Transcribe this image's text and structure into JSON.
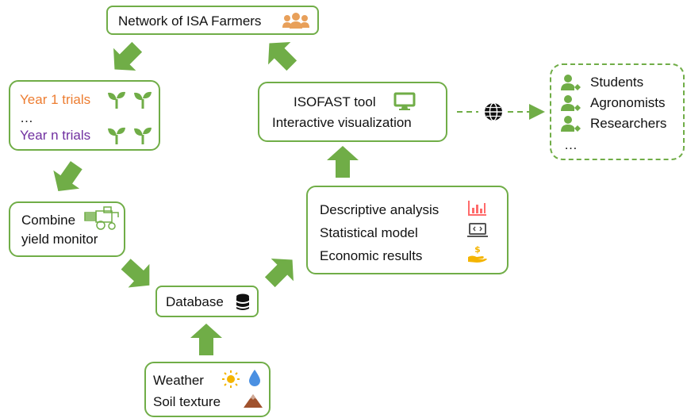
{
  "nodes": {
    "network": {
      "title": "Network of ISA Farmers",
      "icon": "people-group-icon"
    },
    "trials": {
      "line1": "Year 1 trials",
      "line2": "…",
      "line3": "Year n trials",
      "line1_color": "#ed7d31",
      "line3_color": "#7030a0",
      "icon": "seedling-icon"
    },
    "combine": {
      "line1": "Combine",
      "line2": "yield monitor",
      "icon": "combine-harvester-icon"
    },
    "database": {
      "title": "Database",
      "icon": "database-icon"
    },
    "inputs": {
      "line1": "Weather",
      "line2": "Soil texture",
      "icons": [
        "sun-icon",
        "water-drop-icon",
        "mountain-icon"
      ]
    },
    "analysis": {
      "line1": "Descriptive analysis",
      "line2": "Statistical model",
      "line3": "Economic results",
      "icons": [
        "bar-chart-icon",
        "laptop-code-icon",
        "hand-money-icon"
      ]
    },
    "isofast": {
      "line1": "ISOFAST tool",
      "line2": "Interactive visualization",
      "icon": "monitor-icon"
    },
    "audience": {
      "items": [
        "Students",
        "Agronomists",
        "Researchers",
        "…"
      ],
      "icon": "user-icon",
      "connector_icon": "globe-icon"
    }
  },
  "colors": {
    "border": "#70ad47",
    "arrow": "#70ad47",
    "icon_green": "#70ad47",
    "chart_red": "#ff6b6b",
    "money_gold": "#f4b400",
    "drop_blue": "#4a90e2",
    "mountain_brown": "#a0522d",
    "people_orange": "#e8a05a"
  }
}
